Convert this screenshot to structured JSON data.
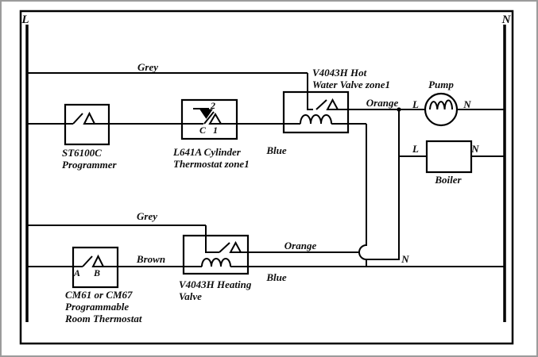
{
  "diagram": {
    "rails": {
      "live": "L",
      "neutral": "N",
      "neutral_node": "N"
    },
    "wire_labels": {
      "hw_grey": "Grey",
      "hw_orange": "Orange",
      "hw_blue": "Blue",
      "ch_grey": "Grey",
      "ch_brown": "Brown",
      "ch_orange": "Orange",
      "ch_blue": "Blue"
    },
    "components": {
      "programmer": {
        "label_lines": [
          "ST6100C",
          "Programmer"
        ]
      },
      "cylinder_thermostat": {
        "label_lines": [
          "L641A Cylinder",
          "Thermostat zone1"
        ],
        "terminal_2": "2",
        "terminal_c": "C",
        "terminal_1": "1"
      },
      "hot_water_valve": {
        "label_lines": [
          "V4043H Hot",
          "Water Valve zone1"
        ]
      },
      "pump": {
        "label": "Pump",
        "terminal_l": "L",
        "terminal_n": "N"
      },
      "boiler": {
        "label": "Boiler",
        "terminal_l": "L",
        "terminal_n": "N"
      },
      "room_thermostat": {
        "label_lines": [
          "CM61 or CM67",
          "Programmable",
          "Room Thermostat"
        ],
        "terminal_a": "A",
        "terminal_b": "B"
      },
      "heating_valve": {
        "label_lines": [
          "V4043H Heating",
          "Valve"
        ]
      }
    },
    "colors": {
      "wire": "#000000",
      "background": "#ffffff",
      "outer_frame": "#9b9b9b",
      "text": "#0d0d0d"
    }
  }
}
